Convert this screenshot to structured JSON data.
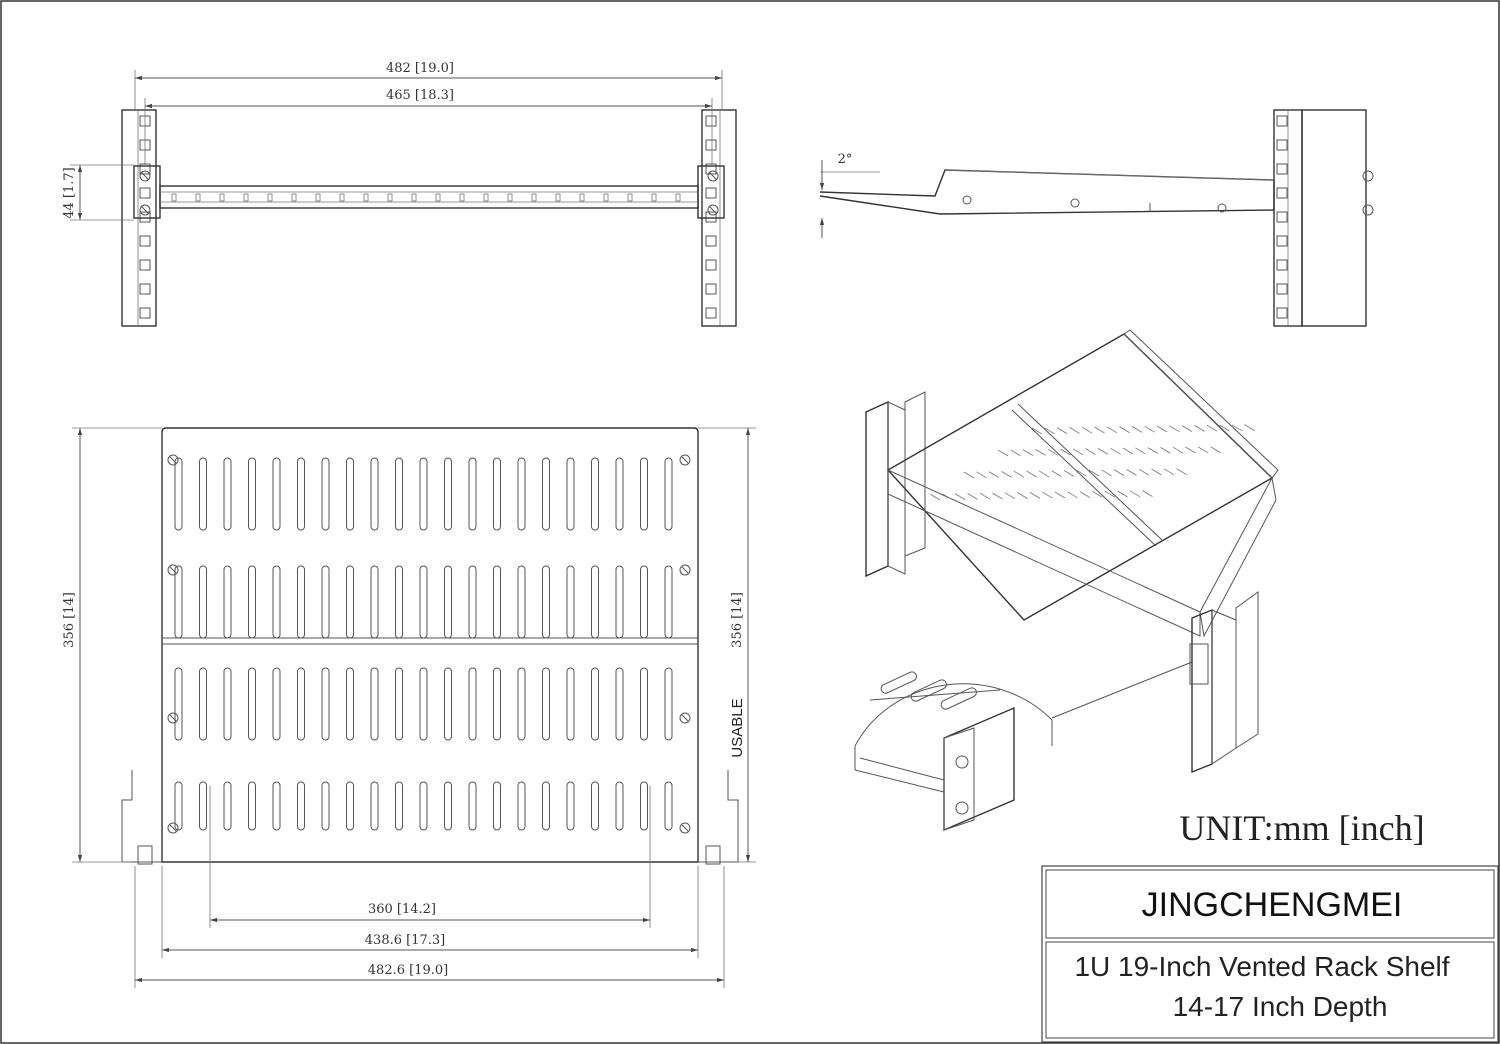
{
  "front_view": {
    "width_outer": "482 [19.0]",
    "width_inner": "465 [18.3]",
    "height_1u": "44 [1.7]"
  },
  "side_view": {
    "angle": "2°"
  },
  "top_view": {
    "depth_left": "356 [14]",
    "depth_right": "356 [14]",
    "usable_label": "USABLE",
    "vent_width": "360 [14.2]",
    "tray_width": "438.6 [17.3]",
    "overall_width": "482.6 [19.0]"
  },
  "unit_label": "UNIT:mm [inch]",
  "title_block": {
    "brand": "JINGCHENGMEI",
    "product_line1": "1U 19-Inch Vented Rack Shelf",
    "product_line2": "14-17 Inch Depth"
  },
  "colors": {
    "line": "#555555",
    "text": "#222222",
    "background": "#ffffff"
  }
}
